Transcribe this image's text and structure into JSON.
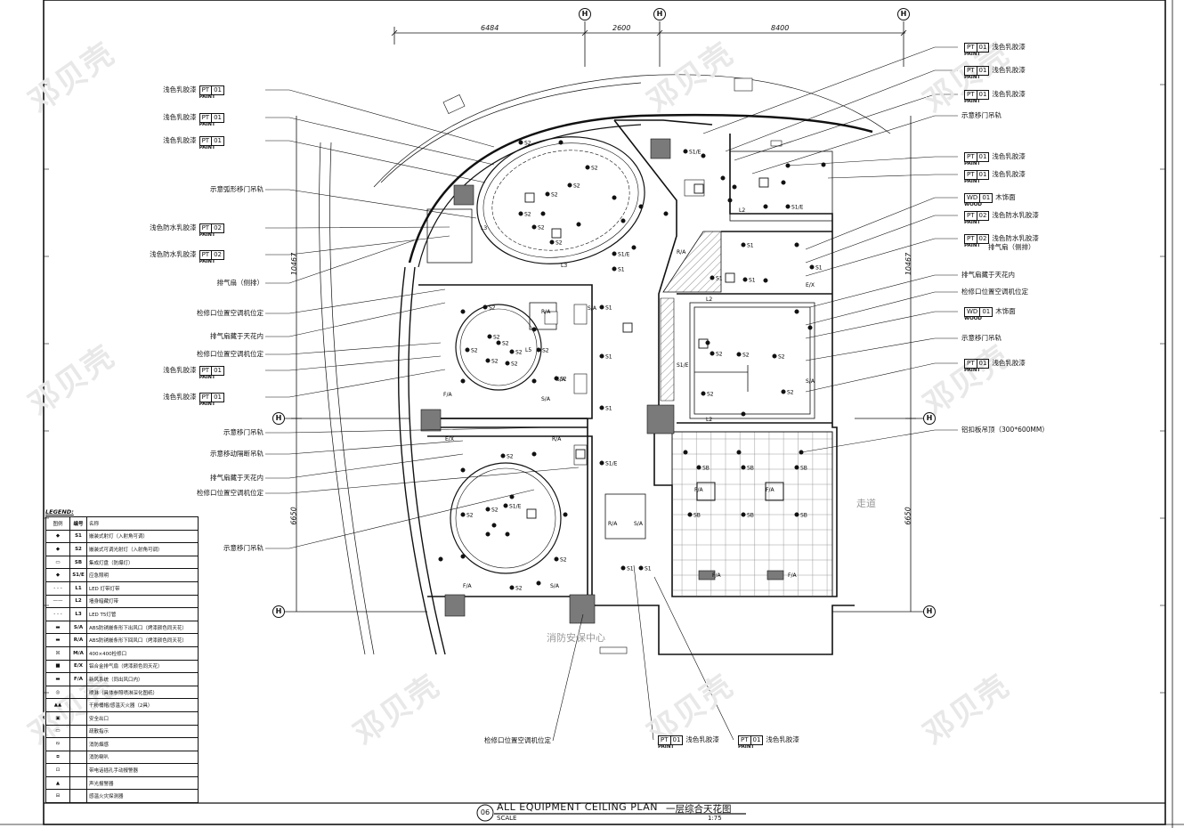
{
  "drawing": {
    "title_en": "ALL EQUIPMENT CEILING PLAN",
    "title_cn": "一层综合天花图",
    "number": "06",
    "scale_label": "SCALE",
    "scale_value": "1:75"
  },
  "grid_bubbles": {
    "top_a": "H",
    "top_b": "H",
    "top_c": "H",
    "right_a": "H",
    "right_b": "H",
    "left_a": "H",
    "left_b": "H"
  },
  "dimensions": {
    "top_1": "6484",
    "top_2": "2600",
    "top_3": "8400",
    "left_1": "10467",
    "left_2": "6650",
    "right_1": "10467",
    "right_2": "6650"
  },
  "rooms": {
    "corridor": "走道",
    "security": "消防安保中心"
  },
  "left_annotations": [
    {
      "text": "浅色乳胶漆",
      "code": "PT",
      "num": "01",
      "sub": "PAINT"
    },
    {
      "text": "浅色乳胶漆",
      "code": "PT",
      "num": "01",
      "sub": "PAINT"
    },
    {
      "text": "浅色乳胶漆",
      "code": "PT",
      "num": "01",
      "sub": "PAINT"
    },
    {
      "text": "示意弧形移门吊轨"
    },
    {
      "text": "浅色防水乳胶漆",
      "code": "PT",
      "num": "02",
      "sub": "PAINT"
    },
    {
      "text": "浅色防水乳胶漆",
      "code": "PT",
      "num": "02",
      "sub": "PAINT"
    },
    {
      "text": "排气扇（侧排）"
    },
    {
      "text": "检修口位置空调机位定"
    },
    {
      "text": "排气扇藏于天花内"
    },
    {
      "text": "检修口位置空调机位定"
    },
    {
      "text": "浅色乳胶漆",
      "code": "PT",
      "num": "01",
      "sub": "PAINT"
    },
    {
      "text": "浅色乳胶漆",
      "code": "PT",
      "num": "01",
      "sub": "PAINT"
    },
    {
      "text": "示意移门吊轨"
    },
    {
      "text": "示意移动隔断吊轨"
    },
    {
      "text": "排气扇藏于天花内"
    },
    {
      "text": "检修口位置空调机位定"
    },
    {
      "text": "示意移门吊轨"
    }
  ],
  "right_annotations": [
    {
      "text": "浅色乳胶漆",
      "code": "PT",
      "num": "01",
      "sub": "PAINT"
    },
    {
      "text": "浅色乳胶漆",
      "code": "PT",
      "num": "01",
      "sub": "PAINT"
    },
    {
      "text": "浅色乳胶漆",
      "code": "PT",
      "num": "01",
      "sub": "PAINT"
    },
    {
      "text": "示意移门吊轨"
    },
    {
      "text": "浅色乳胶漆",
      "code": "PT",
      "num": "01",
      "sub": "PAINT"
    },
    {
      "text": "浅色乳胶漆",
      "code": "PT",
      "num": "01",
      "sub": "PAINT"
    },
    {
      "text": "木饰面",
      "code": "WD",
      "num": "01",
      "sub": "WOOD"
    },
    {
      "text": "浅色防水乳胶漆",
      "code": "PT",
      "num": "02",
      "sub": "PAINT"
    },
    {
      "text": "浅色防水乳胶漆",
      "code": "PT",
      "num": "02",
      "sub": "PAINT",
      "extra": "排气扇（侧排）"
    },
    {
      "text": "排气扇藏于天花内"
    },
    {
      "text": "检修口位置空调机位定"
    },
    {
      "text": "木饰面",
      "code": "WD",
      "num": "01",
      "sub": "WOOD"
    },
    {
      "text": "示意移门吊轨"
    },
    {
      "text": "浅色乳胶漆",
      "code": "PT",
      "num": "01",
      "sub": "PAINT"
    },
    {
      "text": "铝扣板吊顶（300*600MM）"
    }
  ],
  "bottom_annotations": [
    {
      "text": "检修口位置空调机位定"
    },
    {
      "text": "浅色乳胶漆",
      "code": "PT",
      "num": "01",
      "sub": "PAINT"
    },
    {
      "text": "浅色乳胶漆",
      "code": "PT",
      "num": "01",
      "sub": "PAINT"
    }
  ],
  "legend": {
    "title": "LEGEND:",
    "header": {
      "symbol": "图例",
      "code": "编号",
      "name": "名称"
    },
    "rows": [
      {
        "code": "S1",
        "name": "嵌装式射灯（入射角可调）"
      },
      {
        "code": "S2",
        "name": "嵌装式可调光射灯（入射角可调）"
      },
      {
        "code": "SB",
        "name": "集成灯盘（防爆灯）"
      },
      {
        "code": "S1/E",
        "name": "应急照明"
      },
      {
        "code": "L1",
        "name": "LED 灯带灯带"
      },
      {
        "code": "L2",
        "name": "墙身暗藏灯带"
      },
      {
        "code": "L3",
        "name": "LED T5灯管"
      },
      {
        "code": "S/A",
        "name": "ABS防锈嵌条形下出风口（烤漆颜色同天花）"
      },
      {
        "code": "R/A",
        "name": "ABS防锈嵌条形下回风口（烤漆颜色同天花）"
      },
      {
        "code": "M/A",
        "name": "400×400检修口"
      },
      {
        "code": "E/X",
        "name": "铝合金排气扇（烤漆颜色同天花）"
      },
      {
        "code": "F/A",
        "name": "新风系统（同出风口内）"
      },
      {
        "code": "",
        "name": "喷淋（具体参照喷淋深化图纸）"
      },
      {
        "code": "",
        "name": "干粉桶帽/感温灭火器（2具）"
      },
      {
        "code": "",
        "name": "安全出口"
      },
      {
        "code": "",
        "name": "疏散指示"
      },
      {
        "code": "",
        "name": "消防烟感"
      },
      {
        "code": "",
        "name": "消防喇叭"
      },
      {
        "code": "",
        "name": "带电话插孔手动报警器"
      },
      {
        "code": "",
        "name": "声光报警器"
      },
      {
        "code": "",
        "name": "感温火灾探测器"
      }
    ]
  },
  "fixture_labels": {
    "s1": "S1",
    "s2": "S2",
    "s1e": "S1/E",
    "sb": "SB",
    "sa": "S/A",
    "ra": "R/A",
    "fa": "F/A",
    "ex": "E/X",
    "ma": "M/A",
    "l1": "L1",
    "l2": "L2",
    "l3": "L3",
    "l5": "L5"
  },
  "watermark": "邓贝壳",
  "colors": {
    "line": "#111111",
    "hatch": "#888888",
    "grey_fill": "#7a7a7a",
    "watermark": "#e6e6e6"
  }
}
